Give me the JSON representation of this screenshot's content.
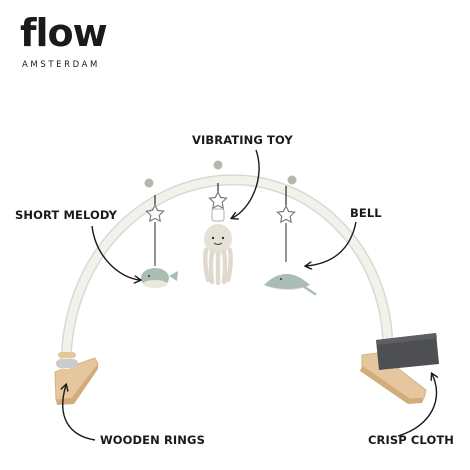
{
  "brand": {
    "name": "flow",
    "tagline": "AMSTERDAM"
  },
  "callouts": {
    "vibrating_toy": "VIBRATING TOY",
    "short_melody": "SHORT MELODY",
    "bell": "BELL",
    "wooden_rings": "WOODEN RINGS",
    "crisp_cloth": "CRISP CLOTH"
  },
  "colors": {
    "arch": "#f1efe9",
    "wood": "#e6c79d",
    "cloth": "#4e4f52",
    "sage": "#a9bdb4",
    "knit": "#e6e1d6",
    "pom": "#b7b5ae",
    "ink": "#1a1a1a"
  }
}
